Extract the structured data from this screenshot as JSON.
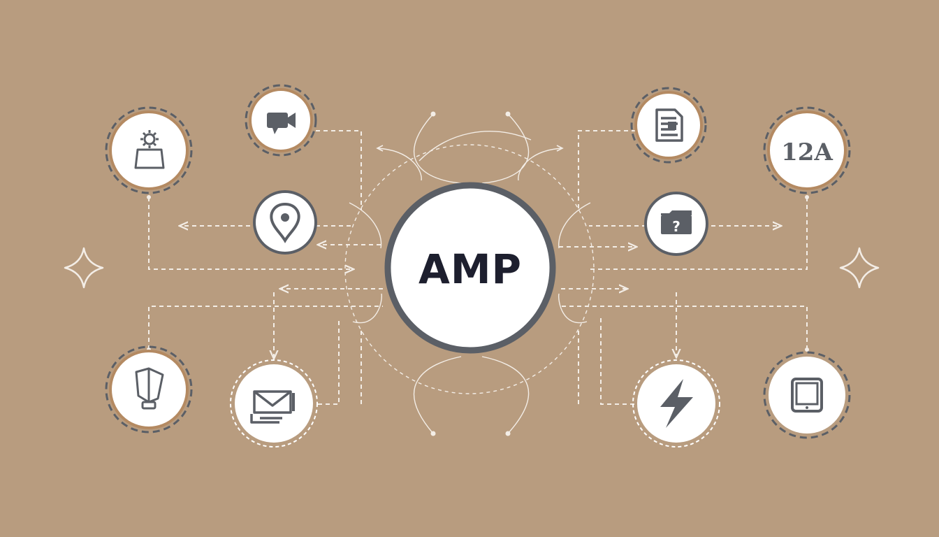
{
  "hub": {
    "label": "AMP"
  },
  "colors": {
    "background": "#b89c7f",
    "node_fill": "#ffffff",
    "node_ring": "#5b5f66",
    "connector": "#f3ede6",
    "icon": "#5b5f66"
  },
  "nodes": [
    {
      "id": "settings-user",
      "icon": "gear-user-icon"
    },
    {
      "id": "video",
      "icon": "video-camera-icon"
    },
    {
      "id": "location",
      "icon": "map-pin-icon"
    },
    {
      "id": "document",
      "icon": "document-icon"
    },
    {
      "id": "typography",
      "icon": "typography-icon",
      "label": "12A"
    },
    {
      "id": "help-folder",
      "icon": "question-folder-icon",
      "label": "?"
    },
    {
      "id": "bookmark",
      "icon": "bookmark-icon"
    },
    {
      "id": "email",
      "icon": "envelope-icon"
    },
    {
      "id": "speed",
      "icon": "lightning-icon"
    },
    {
      "id": "tablet",
      "icon": "tablet-icon"
    }
  ],
  "decorations": [
    {
      "id": "sparkle-left",
      "icon": "sparkle-icon"
    },
    {
      "id": "sparkle-right",
      "icon": "sparkle-icon"
    }
  ]
}
